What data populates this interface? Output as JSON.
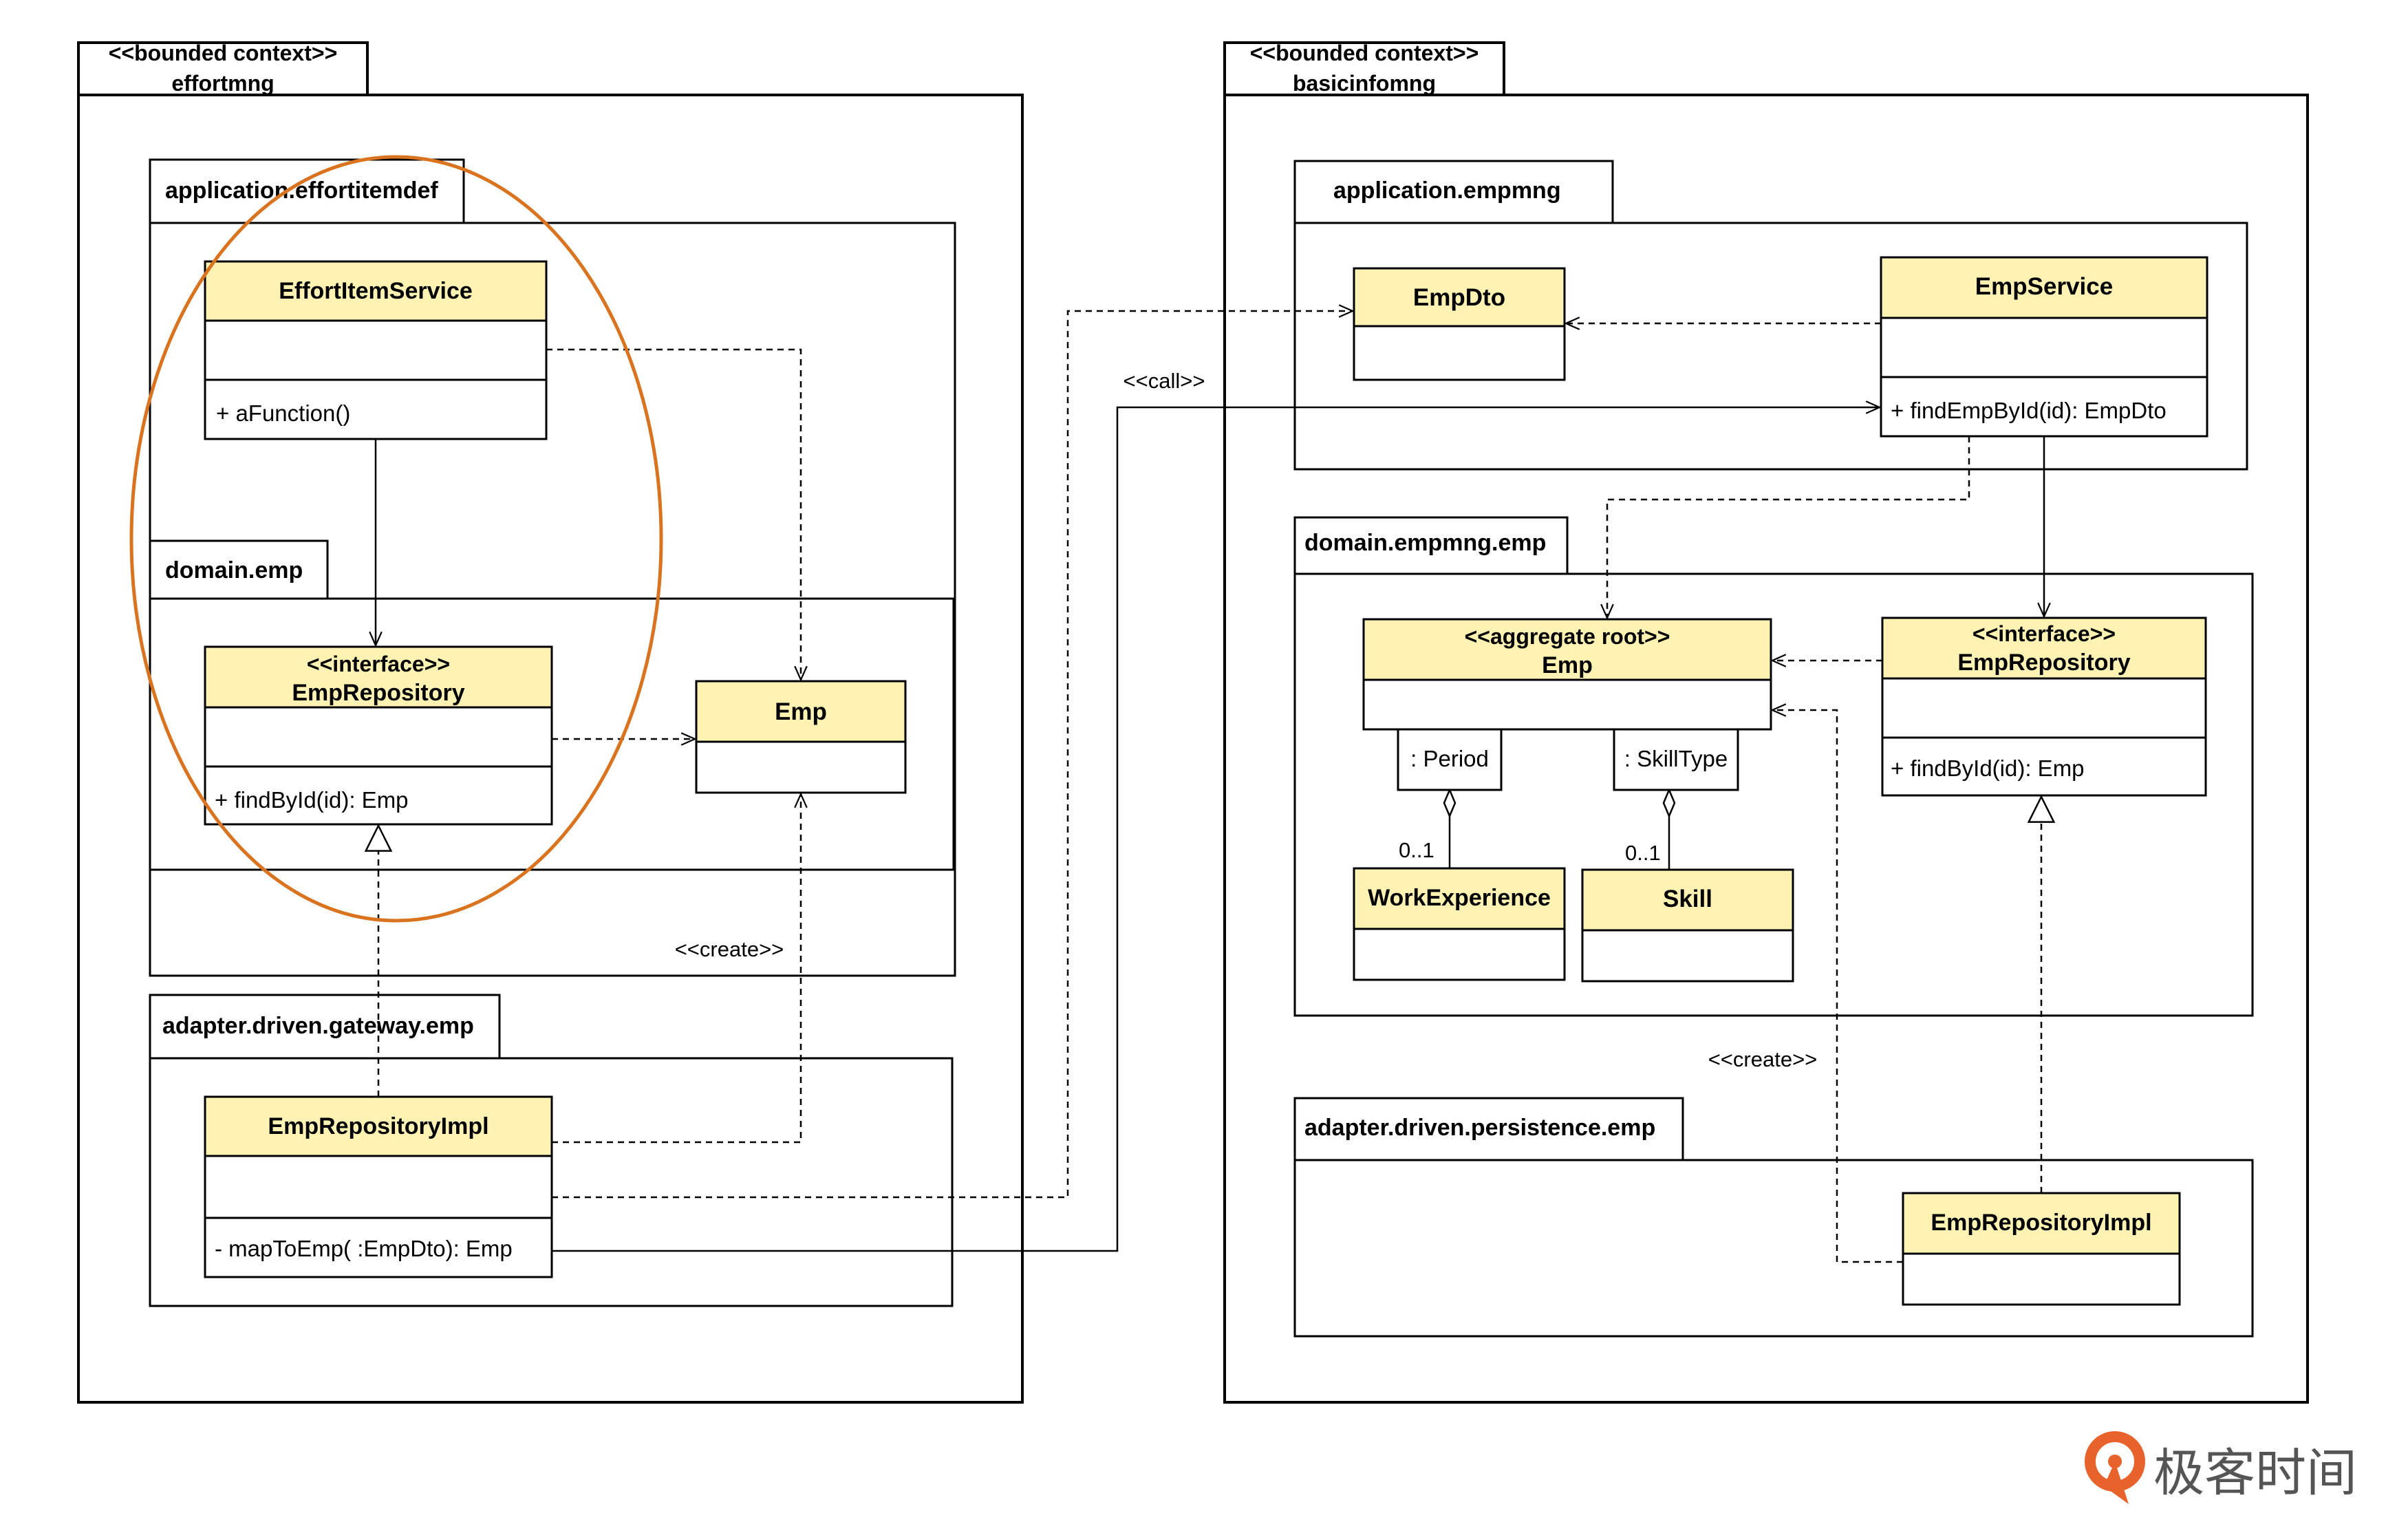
{
  "contexts": {
    "left": {
      "stereo": "<<bounded context>>",
      "name": "effortmng"
    },
    "right": {
      "stereo": "<<bounded context>>",
      "name": "basicinfomng"
    }
  },
  "packages": {
    "app_effort": "application.effortitemdef",
    "domain_emp_left": "domain.emp",
    "adapter_gateway": "adapter.driven.gateway.emp",
    "app_empmng": "application.empmng",
    "domain_empmng": "domain.empmng.emp",
    "adapter_persistence": "adapter.driven.persistence.emp"
  },
  "classes": {
    "effort_service": {
      "name": "EffortItemService",
      "op": "+ aFunction()"
    },
    "emp_repo_left": {
      "stereo": "<<interface>>",
      "name": "EmpRepository",
      "op": "+ findById(id): Emp"
    },
    "emp_left": {
      "name": "Emp"
    },
    "emp_repo_impl_left": {
      "name": "EmpRepositoryImpl",
      "op": "- mapToEmp( :EmpDto): Emp"
    },
    "emp_dto": {
      "name": "EmpDto"
    },
    "emp_service": {
      "name": "EmpService",
      "op": "+ findEmpById(id): EmpDto"
    },
    "emp_root": {
      "stereo": "<<aggregate root>>",
      "name": "Emp"
    },
    "emp_repo_right": {
      "stereo": "<<interface>>",
      "name": "EmpRepository",
      "op": "+ findById(id): Emp"
    },
    "work_experience": {
      "name": "WorkExperience"
    },
    "skill": {
      "name": "Skill"
    },
    "emp_repo_impl_right": {
      "name": "EmpRepositoryImpl"
    }
  },
  "qualifiers": {
    "period": ": Period",
    "skill_type": ": SkillType"
  },
  "multiplicities": {
    "work": "0..1",
    "skill": "0..1"
  },
  "labels": {
    "call": "<<call>>",
    "create_left": "<<create>>",
    "create_right": "<<create>>"
  },
  "watermark": {
    "text": "极客时间"
  },
  "colors": {
    "class_header": "#fff2b3",
    "highlight": "#d9731f",
    "logo": "#e8622c"
  }
}
